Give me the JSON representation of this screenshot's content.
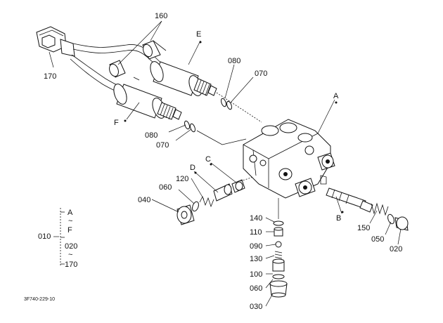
{
  "callouts": {
    "c160": "160",
    "c170": "170",
    "cE": "E",
    "c080_top": "080",
    "c070_top": "070",
    "cA": "A",
    "cF": "F",
    "c080_mid": "080",
    "c070_mid": "070",
    "cC": "C",
    "cD": "D",
    "c120": "120",
    "c060_left": "060",
    "c040": "040",
    "cB": "B",
    "c150": "150",
    "c050": "050",
    "c020_right": "020",
    "c140": "140",
    "c110": "110",
    "c090": "090",
    "c130": "130",
    "c100": "100",
    "c060_bottom": "060",
    "c030": "030"
  },
  "legend": {
    "assembly": "010",
    "range_start": "A",
    "tilde1": "~",
    "range_end": "F",
    "range2_start": "020",
    "tilde2": "~",
    "range2_end": "170"
  },
  "drawing_code": "3F740-229-10"
}
